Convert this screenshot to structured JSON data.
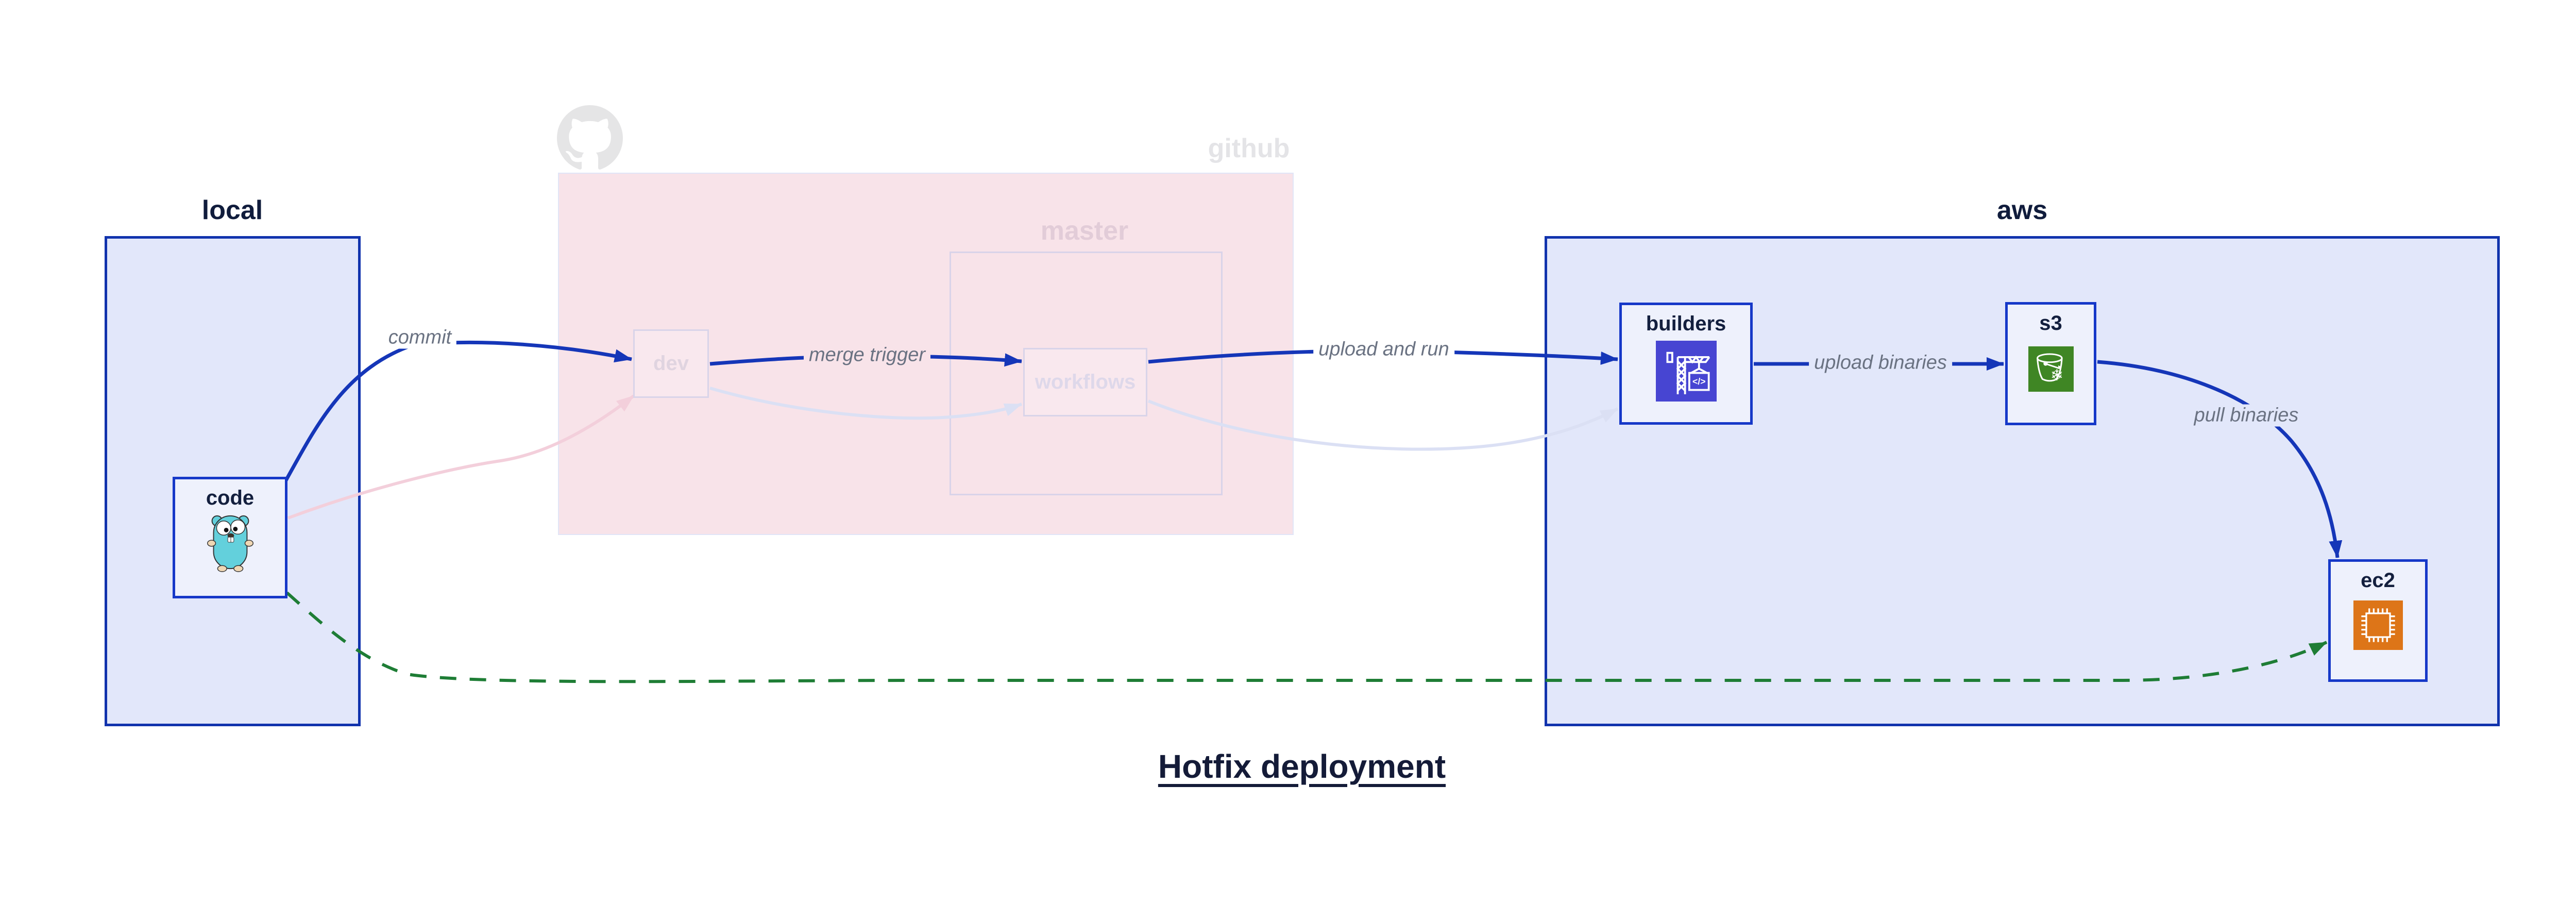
{
  "diagram": {
    "title": "Hotfix deployment",
    "containers": {
      "local": {
        "label": "local"
      },
      "github": {
        "label": "github"
      },
      "master": {
        "label": "master"
      },
      "aws": {
        "label": "aws"
      }
    },
    "nodes": {
      "code": {
        "label": "code",
        "icon": "go-gopher-icon"
      },
      "dev": {
        "label": "dev"
      },
      "workflows": {
        "label": "workflows"
      },
      "builders": {
        "label": "builders",
        "icon": "codebuild-crane-icon"
      },
      "s3": {
        "label": "s3",
        "icon": "s3-glacier-bucket-icon"
      },
      "ec2": {
        "label": "ec2",
        "icon": "ec2-chip-icon"
      }
    },
    "edges": {
      "commit": {
        "label": "commit",
        "style": "solid-blue"
      },
      "merge_trigger": {
        "label": "merge trigger",
        "style": "solid-blue"
      },
      "upload_and_run": {
        "label": "upload and run",
        "style": "solid-blue"
      },
      "upload_binaries": {
        "label": "upload binaries",
        "style": "solid-blue"
      },
      "pull_binaries": {
        "label": "pull binaries",
        "style": "solid-blue"
      },
      "hotfix_pull": {
        "label": "",
        "style": "dashed-green"
      },
      "faded_code_to_dev": {
        "label": "",
        "style": "faded-pink"
      },
      "faded_dev_to_workflows": {
        "label": "",
        "style": "faded-lavender"
      },
      "faded_workflows_to_builders": {
        "label": "",
        "style": "faded-lavender"
      }
    },
    "icons": {
      "code_glyph": "</>",
      "snowflake_glyph": "❄"
    },
    "colors": {
      "container_border": "#1133ad",
      "container_fill": "#e2e7fa",
      "node_border": "#1638c8",
      "node_fill": "#eef1fc",
      "github_region_fill": "#f8e3e9",
      "master_border": "#d9d3e9",
      "edge_blue": "#1536b8",
      "edge_green_dashed": "#1e7d35",
      "edge_faded_pink": "#f3cfdb",
      "edge_faded_lavender": "#dbe0f4",
      "edge_label_text": "#6a7282",
      "builders_icon_bg": "#4745d2",
      "s3_icon_bg": "#3f8624",
      "ec2_icon_bg": "#dd7518",
      "gopher_body": "#63d0dc",
      "github_mark_gray": "#e5e5e6",
      "title_text": "#141b38"
    }
  }
}
